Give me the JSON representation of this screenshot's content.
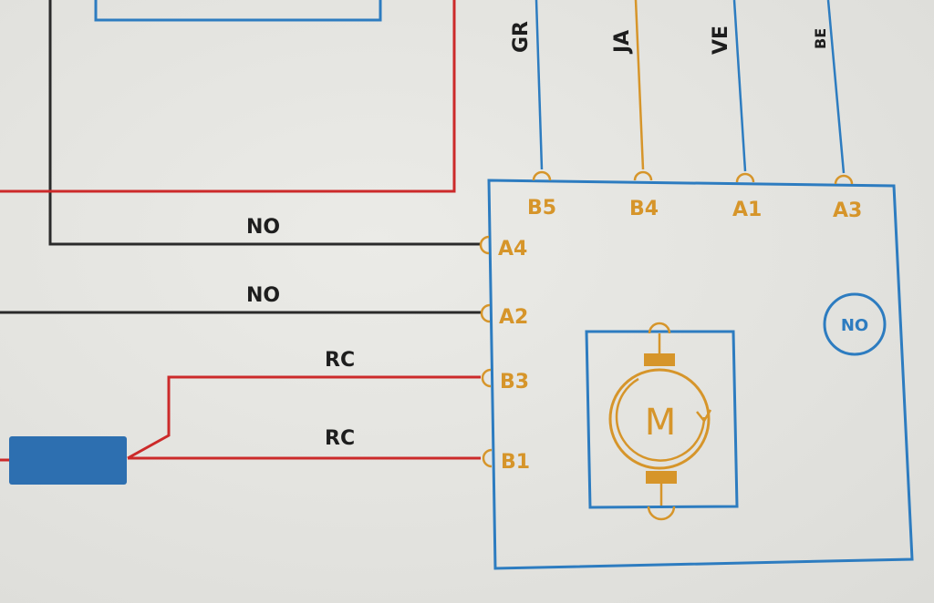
{
  "colors": {
    "blue": "#2d7cc0",
    "red": "#cc2a2a",
    "black": "#2a2a2a",
    "orange": "#d6952a",
    "paper": "#e4e4e0"
  },
  "wires": {
    "top": [
      "GR",
      "JA",
      "VE",
      "BE"
    ],
    "left": [
      "NO",
      "NO",
      "RC",
      "RC"
    ]
  },
  "pins": {
    "top": [
      "B5",
      "B4",
      "A1",
      "A3"
    ],
    "left": [
      "A4",
      "A2",
      "B3",
      "B1"
    ]
  },
  "motor": {
    "symbol": "M"
  },
  "badge": {
    "text": "NO"
  }
}
